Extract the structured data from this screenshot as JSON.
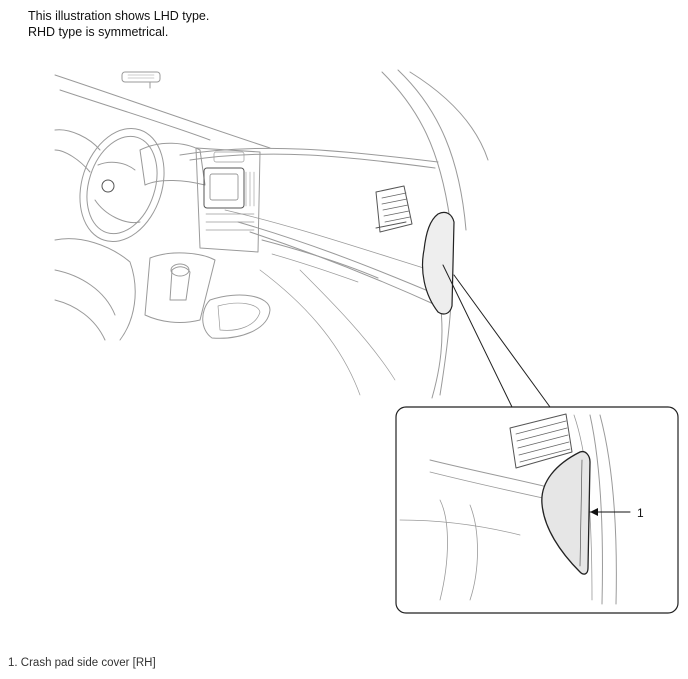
{
  "header": {
    "note_line1": "This illustration shows LHD type.",
    "note_line2": "RHD type is symmetrical."
  },
  "callout": {
    "number": "1"
  },
  "legend": {
    "items": [
      "1. Crash pad side cover [RH]"
    ]
  },
  "colors": {
    "line": "#9a9a9a",
    "dark_line": "#222222",
    "cover_fill": "#e6e6e6"
  }
}
